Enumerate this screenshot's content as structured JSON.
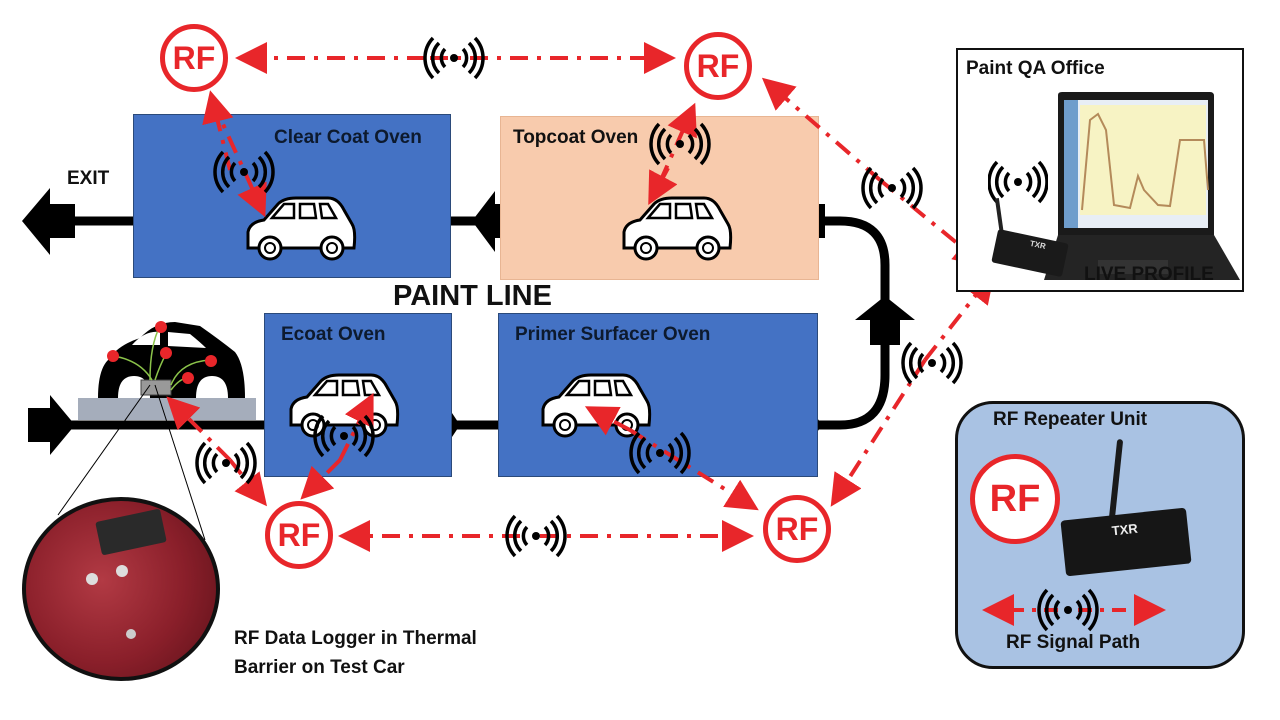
{
  "title": "PAINT LINE",
  "exit_label": "EXIT",
  "ovens": {
    "clear_coat": "Clear Coat Oven",
    "topcoat": "Topcoat Oven",
    "ecoat": "Ecoat Oven",
    "primer": "Primer Surfacer Oven"
  },
  "rf_node_label": "RF",
  "office": {
    "title": "Paint QA Office",
    "live_profile": "LIVE PROFILE",
    "device_label": "TXR"
  },
  "repeater_legend": {
    "title": "RF Repeater Unit",
    "rf_label": "RF",
    "device_label": "TXR",
    "signal_path": "RF Signal Path"
  },
  "logger_caption": {
    "line1": "RF Data Logger in Thermal",
    "line2": "Barrier on Test Car"
  },
  "colors": {
    "oven_blue": "#4472c4",
    "oven_peach": "#f8cbad",
    "rf_red": "#e8262a",
    "repeater_bg": "#a9c2e3"
  }
}
